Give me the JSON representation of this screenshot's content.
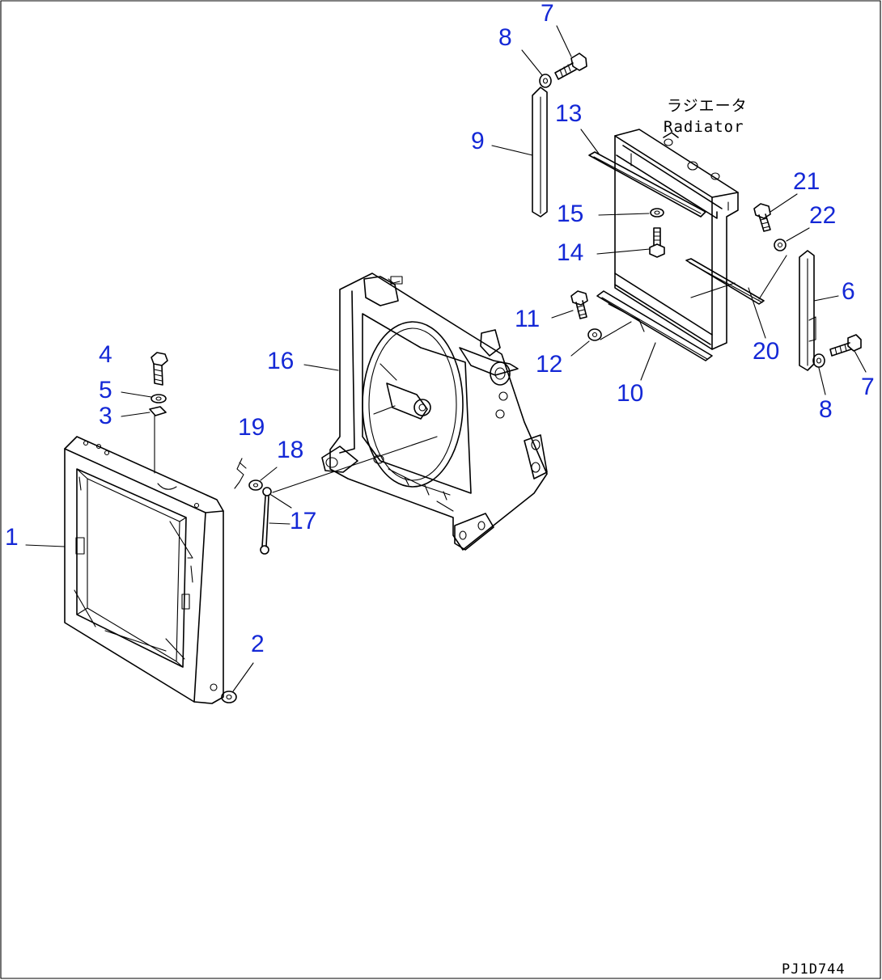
{
  "drawing_code": "PJ1D744",
  "radiator_note": {
    "japanese": "ラジエータ",
    "english": "Radiator"
  },
  "labels": {
    "l1": "1",
    "l2": "2",
    "l3": "3",
    "l4": "4",
    "l5": "5",
    "l6": "6",
    "l7a": "7",
    "l7b": "7",
    "l8a": "8",
    "l8b": "8",
    "l9": "9",
    "l10": "10",
    "l11": "11",
    "l12": "12",
    "l13": "13",
    "l14": "14",
    "l15": "15",
    "l16": "16",
    "l17": "17",
    "l18": "18",
    "l19": "19",
    "l20": "20",
    "l21": "21",
    "l22": "22"
  },
  "colors": {
    "label": "#1428d6",
    "line": "#000000",
    "background": "#ffffff"
  }
}
